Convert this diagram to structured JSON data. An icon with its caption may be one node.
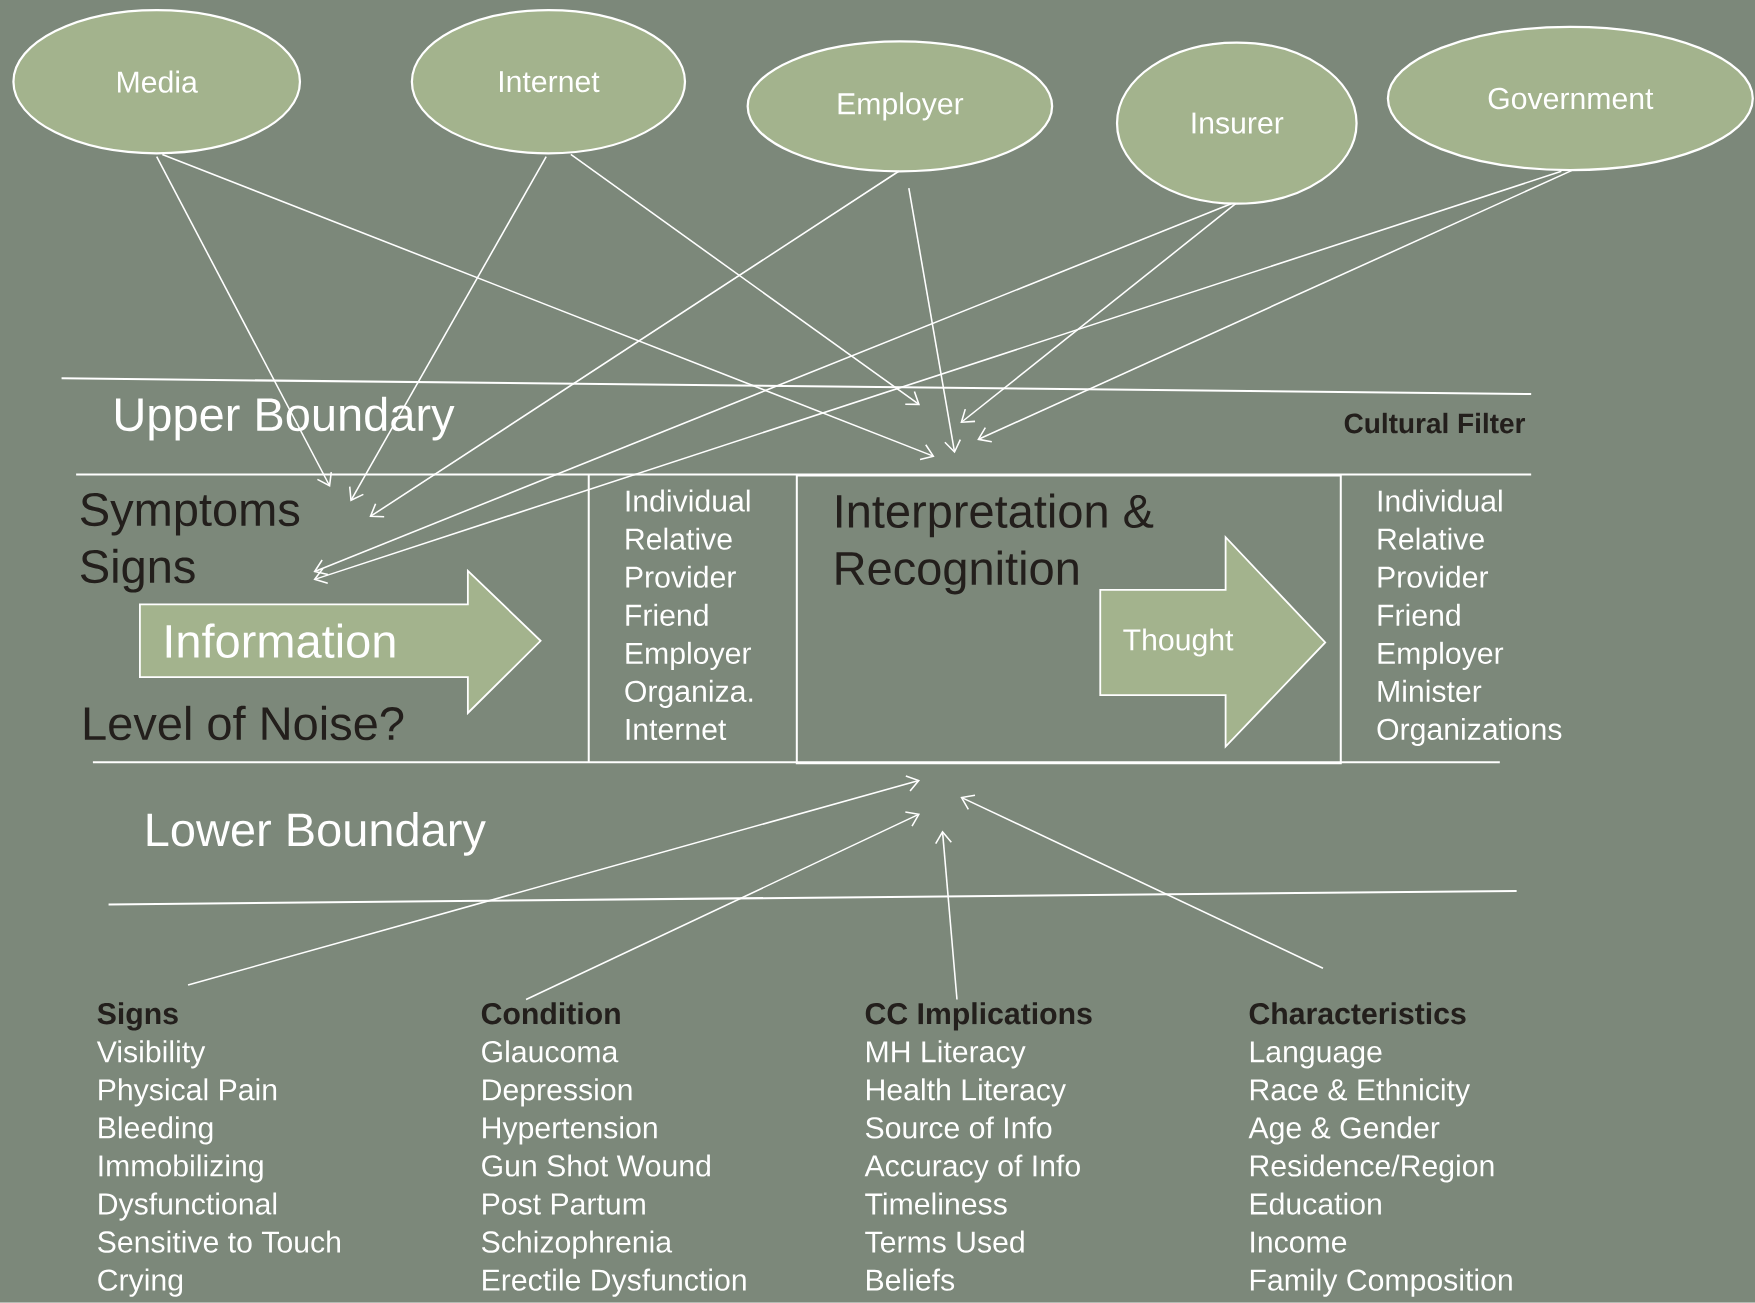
{
  "diagram": {
    "nodes": [
      {
        "text": [
          "Media"
        ]
      },
      {
        "text": [
          "Internet"
        ]
      },
      {
        "text": [
          "Employer"
        ]
      },
      {
        "text": [
          "Insurer"
        ]
      },
      {
        "text": [
          "Government"
        ]
      },
      {
        "text": [
          "Symptoms",
          "Signs"
        ]
      },
      {
        "text": [
          "Information"
        ]
      },
      {
        "text": [
          "Individual",
          "Relative",
          "Provider",
          "Friend",
          "Employer",
          "Organiza.",
          "Internet"
        ]
      },
      {
        "text": [
          "Interpretation & Recognition"
        ]
      },
      {
        "text": [
          "Thought"
        ],
        "in": 8
      },
      {
        "text": [
          "Individual",
          "Relative",
          "Provider",
          "Friend",
          "Employer",
          "Minister",
          "Organizations"
        ]
      },
      {
        "text": [
          "Signs",
          "Visibility",
          "Physical Pain",
          "Bleeding",
          "Immobilizing",
          "Dysfunctional",
          "Sensitive to Touch",
          "Crying"
        ]
      },
      {
        "text": [
          "Condition",
          "Glaucoma",
          "Depression",
          "Hypertension",
          "Gun Shot Wound",
          "Post Partum",
          "Schizophrenia",
          "Erectile Dysfunction"
        ]
      },
      {
        "text": [
          "CC Implications",
          "MH Literacy",
          "Health Literacy",
          "Source of Info",
          "Accuracy of Info",
          "Timeliness",
          "Terms Used",
          "Beliefs"
        ]
      },
      {
        "text": [
          "Characteristics",
          "Language",
          "Race & Ethnicity",
          "Age & Gender",
          "Residence/Region",
          "Education",
          "Income",
          "Family Composition"
        ]
      }
    ],
    "edges": [
      {
        "from": 0,
        "to": 5,
        "arrow": "to"
      },
      {
        "from": 0,
        "to": 8,
        "arrow": "to"
      },
      {
        "from": 1,
        "to": 5,
        "arrow": "to"
      },
      {
        "from": 1,
        "to": 8,
        "arrow": "to"
      },
      {
        "from": 2,
        "to": 5,
        "arrow": "to"
      },
      {
        "from": 2,
        "to": 8,
        "arrow": "to"
      },
      {
        "from": 3,
        "to": 5,
        "arrow": "to"
      },
      {
        "from": 3,
        "to": 8,
        "arrow": "to"
      },
      {
        "from": 4,
        "to": 5,
        "arrow": "to"
      },
      {
        "from": 4,
        "to": 8,
        "arrow": "to"
      },
      {
        "from": 11,
        "to": 8,
        "arrow": "to"
      },
      {
        "from": 12,
        "to": 8,
        "arrow": "to"
      },
      {
        "from": 13,
        "to": 8,
        "arrow": "to"
      },
      {
        "from": 14,
        "to": 8,
        "arrow": "to"
      }
    ],
    "labels": [
      "Upper Boundary",
      "Cultural Filter",
      "Level of Noise?",
      "Lower Boundary"
    ]
  }
}
